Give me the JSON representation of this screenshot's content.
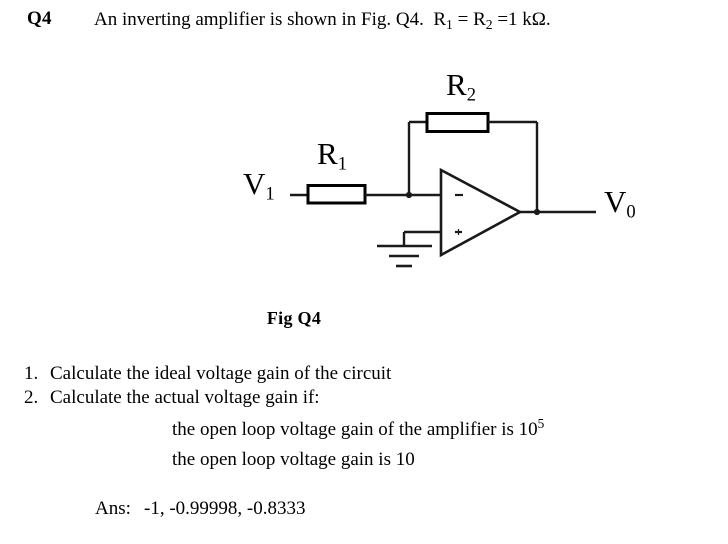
{
  "header": {
    "question_label": "Q4",
    "statement": "An inverting amplifier is shown in Fig. Q4.  R",
    "statement_sub1": "1",
    "statement_mid": " = R",
    "statement_sub2": "2",
    "statement_end": " =1 kΩ."
  },
  "circuit": {
    "labels": {
      "input_source": "V",
      "input_source_sub": "1",
      "r1": "R",
      "r1_sub": "1",
      "r2": "R",
      "r2_sub": "2",
      "output": "V",
      "output_sub": "0"
    },
    "opamp": {
      "inverting_sign": "-",
      "noninverting_sign": "+"
    },
    "caption": "Fig Q4",
    "line_color": "#1a1a1a",
    "fill_color": "#ffffff"
  },
  "questions": [
    {
      "number": "1.",
      "text": "Calculate the ideal voltage gain of the circuit"
    },
    {
      "number": "2.",
      "text": "Calculate the actual voltage gain if:"
    }
  ],
  "subitems": [
    {
      "text": "the open loop voltage gain of the amplifier is 10",
      "exponent": "5"
    },
    {
      "text": "the open loop voltage gain is 10",
      "exponent": ""
    }
  ],
  "answer": {
    "label": "Ans:",
    "values": "-1, -0.99998, -0.8333"
  }
}
